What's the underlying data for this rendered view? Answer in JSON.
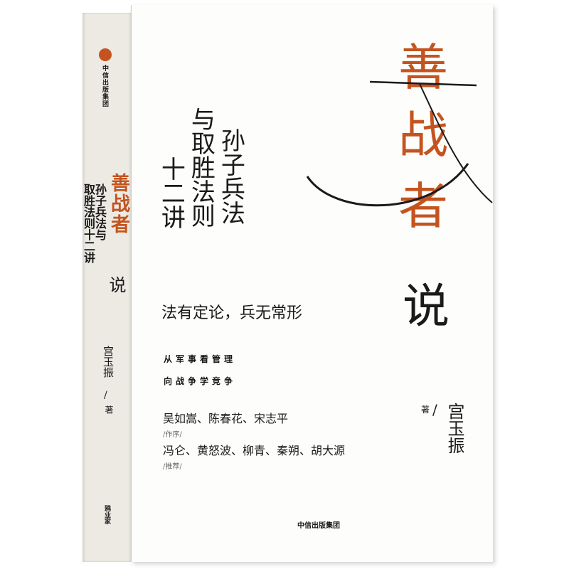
{
  "spine": {
    "publisher_vertical": "中信出版集团",
    "title": "善战者",
    "title_suffix": "说",
    "subtitle_col1": "孙子兵法与",
    "subtitle_col2": "取胜法则十二讲",
    "author": "宫玉振",
    "slash": "/",
    "author_role": "著",
    "series_mark": "鸦业家"
  },
  "cover": {
    "main_title_chars": [
      "善",
      "战",
      "者"
    ],
    "main_title_last": "说",
    "subtitle_col1": "孙子兵法",
    "subtitle_col2": "与取胜法则",
    "subtitle_col3": "十二讲",
    "tagline": "法有定论，兵无常形",
    "slogan_line1": "从军事看管理",
    "slogan_line2": "向战争学竞争",
    "preface_authors": "吴如嵩、陈春花、宋志平",
    "preface_role": "/作序/",
    "recommenders": "冯仑、黄怒波、柳青、秦朔、胡大源",
    "recommend_role": "/推荐/",
    "author_role": "著",
    "slash": "/",
    "author": "宫玉振",
    "publisher": "中信出版集团"
  },
  "colors": {
    "accent": "#c4541f",
    "text": "#1a1a1a",
    "cover": "#fdfdfb",
    "spine": "#edeae4"
  }
}
